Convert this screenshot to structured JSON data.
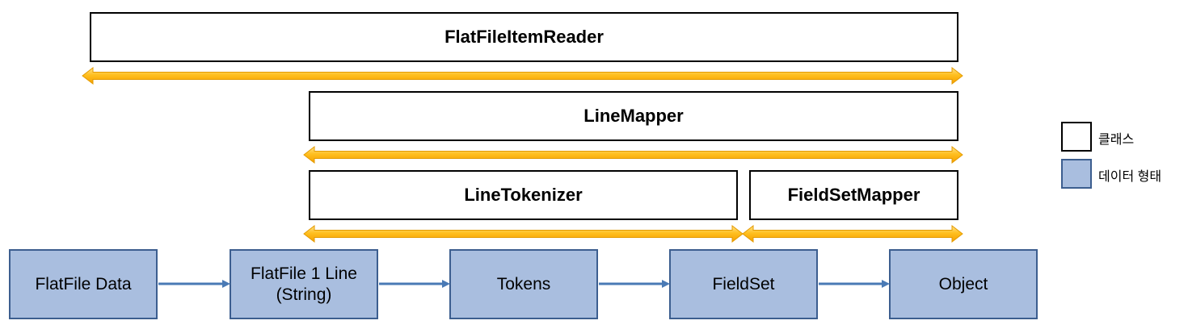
{
  "classes": {
    "flat_file_item_reader": "FlatFileItemReader",
    "line_mapper": "LineMapper",
    "line_tokenizer": "LineTokenizer",
    "field_set_mapper": "FieldSetMapper"
  },
  "data_forms": {
    "flat_file_data": "FlatFile Data",
    "flat_file_line_1": "FlatFile 1 Line",
    "flat_file_line_2": "(String)",
    "tokens": "Tokens",
    "field_set": "FieldSet",
    "object": "Object"
  },
  "legend": {
    "class_label": "클래스",
    "data_form_label": "데이터 형태"
  },
  "colors": {
    "span_arrow": "#f5a800",
    "span_arrow_light": "#ffd54a",
    "data_fill": "#a9bedf",
    "data_border": "#3c5e8f",
    "flow_arrow": "#4a7ab5"
  }
}
